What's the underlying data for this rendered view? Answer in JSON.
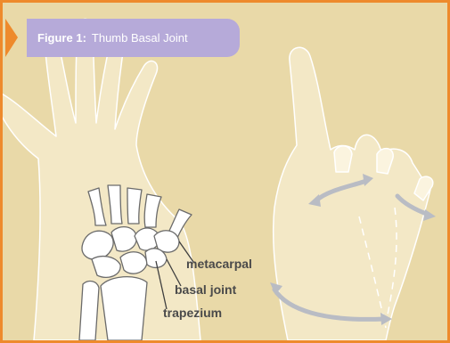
{
  "figure": {
    "number_label": "Figure 1:",
    "title": "Thumb Basal Joint"
  },
  "labels": {
    "metacarpal": "metacarpal",
    "basal_joint": "basal joint",
    "trapezium": "trapezium"
  },
  "colors": {
    "frame": "#ee8a2c",
    "background": "#e9d9a8",
    "caption_bg": "#b6aad9",
    "hand_fill": "#f3e8c6",
    "bone_fill": "#ffffff",
    "bone_stroke": "#6b6b6b",
    "motion_arrow": "#b9bcc4",
    "label_text": "#4a4a4a"
  }
}
